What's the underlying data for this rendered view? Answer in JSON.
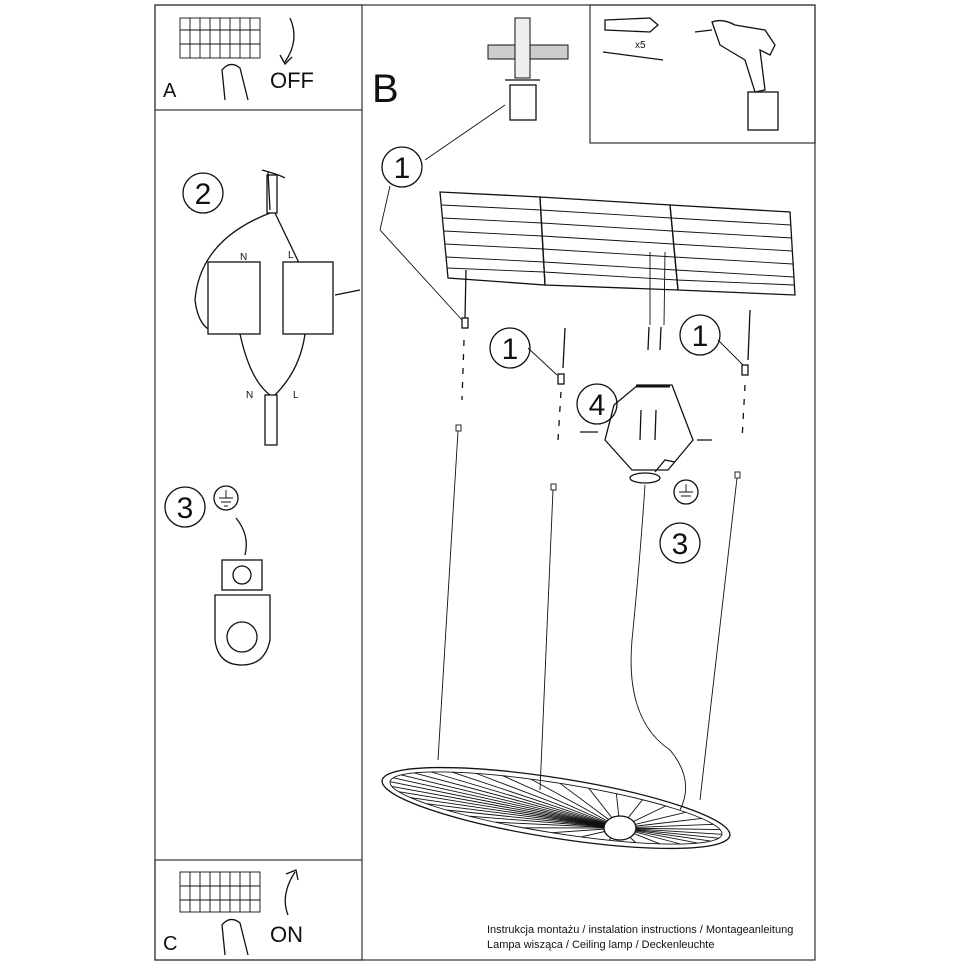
{
  "panels": {
    "a": {
      "label": "A",
      "switch_text": "OFF"
    },
    "b": {
      "label": "B"
    },
    "c": {
      "label": "C",
      "switch_text": "ON"
    }
  },
  "tools": {
    "quantity": "x5"
  },
  "steps": {
    "one": "1",
    "two": "2",
    "three": "3",
    "four": "4"
  },
  "wiring": {
    "neutral": "N",
    "live": "L"
  },
  "footer": {
    "line1": "Instrukcja montażu / instalation instructions / Montageanleitung",
    "line2": "Lampa wisząca / Ceiling lamp / Deckenleuchte"
  }
}
